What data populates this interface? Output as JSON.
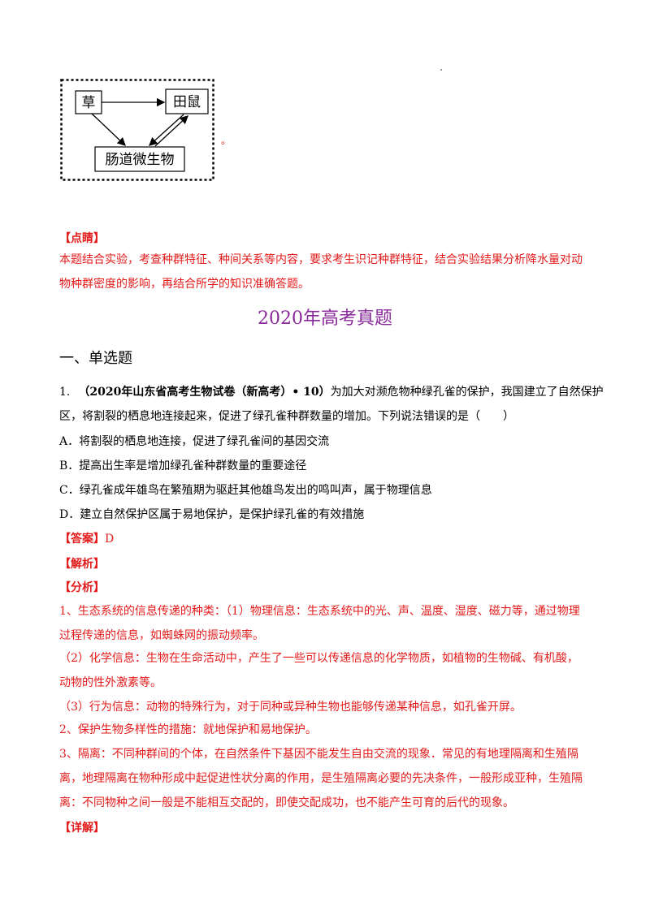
{
  "diagram": {
    "node_grass": "草",
    "node_vole": "田鼠",
    "node_microbes": "肠道微生物"
  },
  "trailing_mark": "。",
  "dianjing": {
    "label": "【点睛】",
    "lines": [
      "本题结合实验，考查种群特征、种间关系等内容，要求考生识记种群特征，结合实验结果分析降水量对动",
      "物种群密度的影响，再结合所学的知识准确答题。"
    ]
  },
  "section_title": "2020年高考真题",
  "heading": "一、单选题",
  "question": {
    "number": "1.",
    "source": "（2020年山东省高考生物试卷（新高考）• 10）",
    "stem_line1": "为加大对濒危物种绿孔雀的保护，我国建立了自然保护",
    "stem_line2": "区，将割裂的栖息地连接起来，促进了绿孔雀种群数量的增加。下列说法错误的是（　　）",
    "options": [
      "A．将割裂的栖息地连接，促进了绿孔雀间的基因交流",
      "B．提高出生率是增加绿孔雀种群数量的重要途径",
      "C．绿孔雀成年雄鸟在繁殖期为驱赶其他雄鸟发出的鸣叫声，属于物理信息",
      "D．建立自然保护区属于易地保护，是保护绿孔雀的有效措施"
    ]
  },
  "answer": {
    "label": "【答案】",
    "value": "D"
  },
  "jiexi_label": "【解析】",
  "fenxi_label": "【分析】",
  "analysis_lines": [
    "1、生态系统的信息传递的种类：（1）物理信息：生态系统中的光、声、温度、湿度、磁力等，通过物理",
    "过程传递的信息，如蜘蛛网的振动频率。",
    "（2）化学信息：生物在生命活动中，产生了一些可以传递信息的化学物质，如植物的生物碱、有机酸，",
    "动物的性外激素等。",
    "（3）行为信息：动物的特殊行为，对于同种或异种生物也能够传递某种信息，如孔雀开屏。",
    "2、保护生物多样性的措施：就地保护和易地保护。",
    "3、隔离：不同种群间的个体，在自然条件下基因不能发生自由交流的现象．常见的有地理隔离和生殖隔",
    "离，地理隔离在物种形成中起促进性状分离的作用，是生殖隔离必要的先决条件，一般形成亚种，生殖隔",
    "离：不同物种之间一般是不能相互交配的，即使交配成功，也不能产生可育的后代的现象。"
  ],
  "xiangjie_label": "【详解】"
}
